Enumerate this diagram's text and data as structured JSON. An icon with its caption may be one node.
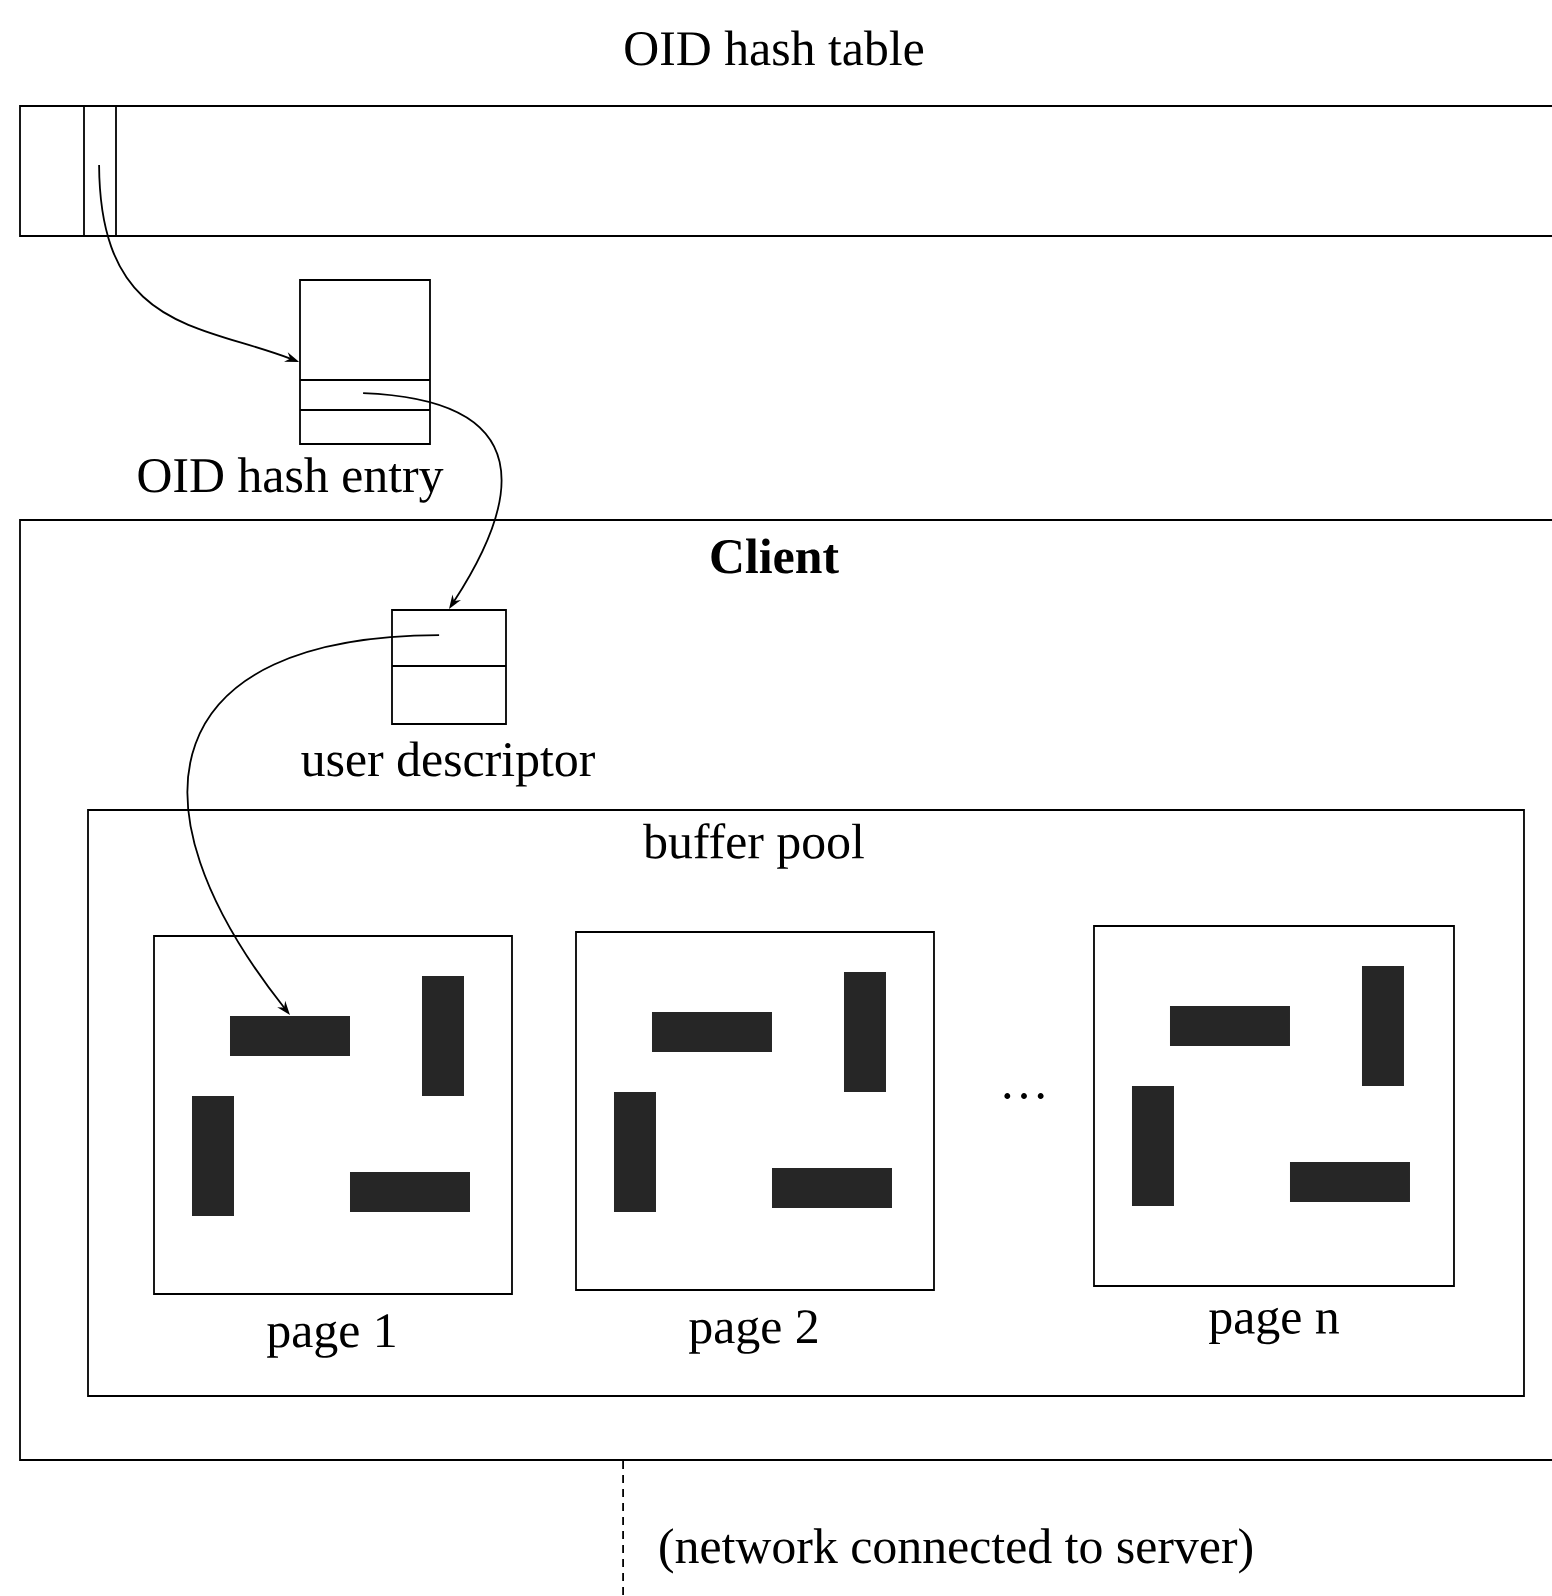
{
  "diagram": {
    "nodes": [
      {
        "text": [
          "OID hash table"
        ]
      },
      {
        "text": [
          "OID hash entry"
        ]
      },
      {
        "text": [
          "Client"
        ]
      },
      {
        "text": [
          "user descriptor"
        ],
        "in": 2
      },
      {
        "text": [
          "buffer pool"
        ],
        "in": 2
      },
      {
        "text": [
          "page 1"
        ],
        "in": 4
      },
      {
        "text": [
          "page 2"
        ],
        "in": 4
      },
      {
        "text": [
          "page n"
        ],
        "in": 4
      },
      {
        "text": [],
        "shape": "bar",
        "in": 5
      },
      {
        "text": [],
        "shape": "bar",
        "in": 5
      },
      {
        "text": [],
        "shape": "bar",
        "in": 5
      },
      {
        "text": [],
        "shape": "bar",
        "in": 5
      },
      {
        "text": [],
        "shape": "bar",
        "in": 6
      },
      {
        "text": [],
        "shape": "bar",
        "in": 6
      },
      {
        "text": [],
        "shape": "bar",
        "in": 6
      },
      {
        "text": [],
        "shape": "bar",
        "in": 6
      },
      {
        "text": [],
        "shape": "bar",
        "in": 7
      },
      {
        "text": [],
        "shape": "bar",
        "in": 7
      },
      {
        "text": [],
        "shape": "bar",
        "in": 7
      },
      {
        "text": [],
        "shape": "bar",
        "in": 7
      }
    ],
    "edges": [
      {
        "from": 0,
        "to": 1,
        "arrow": "to"
      },
      {
        "from": 1,
        "to": 3,
        "arrow": "to"
      },
      {
        "from": 3,
        "to": 9,
        "arrow": "to"
      },
      {
        "from": 2,
        "to": null,
        "arrow": "none",
        "style": "dashed",
        "label": "(network connected to server)"
      }
    ],
    "labels": [
      "…"
    ]
  }
}
